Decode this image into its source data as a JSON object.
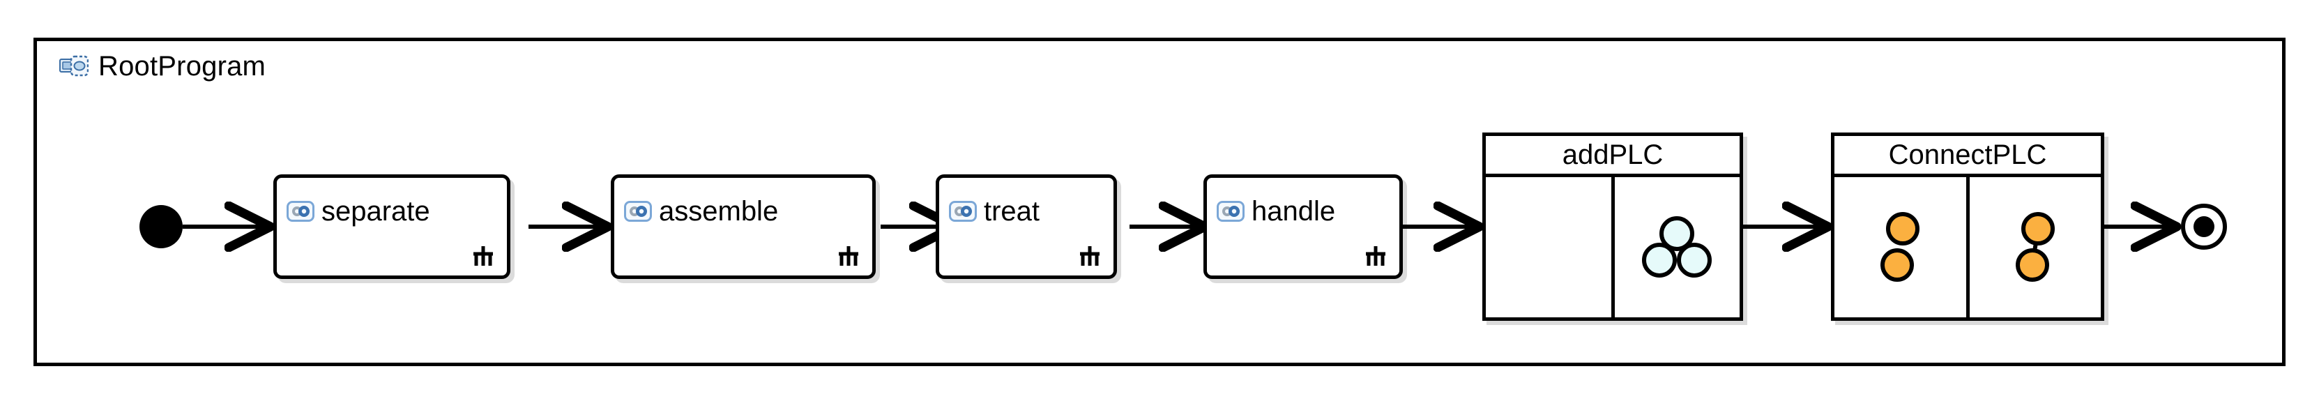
{
  "diagram": {
    "type": "activity-flow",
    "container": {
      "title": "RootProgram",
      "icon": "program-icon"
    },
    "colors": {
      "stroke": "#000000",
      "background": "#ffffff",
      "node_fill": "#ffffff",
      "gear_icon_blue": "#3b72b0",
      "gear_icon_gray": "#9aa7b4",
      "icon_frame_blue": "#7ba7d7",
      "addplc_circle_fill": "#e6fafa",
      "connectplc_circle_fill": "#fbb040",
      "shadow": "#d9d9d9"
    },
    "nodes": [
      {
        "id": "start",
        "kind": "initial-node",
        "label": ""
      },
      {
        "id": "separate",
        "kind": "activity",
        "label": "separate",
        "icon": "gear-icon",
        "marker": "rake-icon"
      },
      {
        "id": "assemble",
        "kind": "activity",
        "label": "assemble",
        "icon": "gear-icon",
        "marker": "rake-icon"
      },
      {
        "id": "treat",
        "kind": "activity",
        "label": "treat",
        "icon": "gear-icon",
        "marker": "rake-icon"
      },
      {
        "id": "handle",
        "kind": "activity",
        "label": "handle",
        "icon": "gear-icon",
        "marker": "rake-icon"
      },
      {
        "id": "addPLC",
        "kind": "compound",
        "label": "addPLC",
        "cells": [
          {
            "art": "empty"
          },
          {
            "art": "three-circles-cluster",
            "circle_count": 3,
            "fill": "#e6fafa"
          }
        ]
      },
      {
        "id": "ConnectPLC",
        "kind": "compound",
        "label": "ConnectPLC",
        "cells": [
          {
            "art": "two-circles-unlinked",
            "circle_count": 2,
            "fill": "#fbb040"
          },
          {
            "art": "two-circles-linked",
            "circle_count": 2,
            "fill": "#fbb040"
          }
        ]
      },
      {
        "id": "end",
        "kind": "final-node",
        "label": ""
      }
    ],
    "edges": [
      {
        "from": "start",
        "to": "separate"
      },
      {
        "from": "separate",
        "to": "assemble"
      },
      {
        "from": "assemble",
        "to": "treat"
      },
      {
        "from": "treat",
        "to": "handle"
      },
      {
        "from": "handle",
        "to": "addPLC"
      },
      {
        "from": "addPLC",
        "to": "ConnectPLC"
      },
      {
        "from": "ConnectPLC",
        "to": "end"
      }
    ]
  }
}
